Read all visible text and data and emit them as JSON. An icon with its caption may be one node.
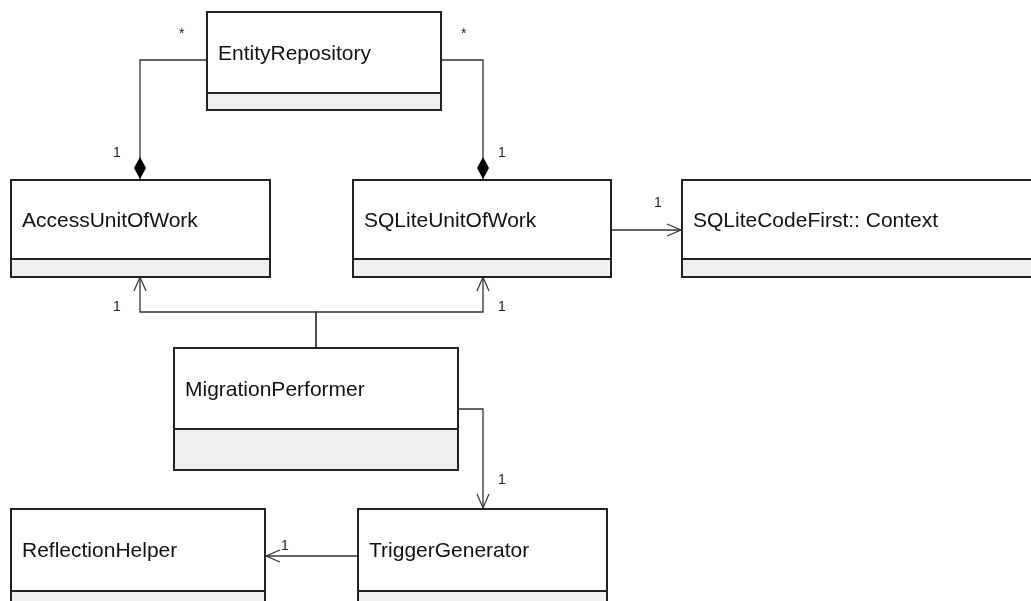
{
  "diagram": {
    "nodes": [
      {
        "text": [
          "EntityRepository"
        ]
      },
      {
        "text": [
          "AccessUnitOfWork"
        ]
      },
      {
        "text": [
          "SQLiteUnitOfWork"
        ]
      },
      {
        "text": [
          "SQLiteCodeFirst:: Context"
        ]
      },
      {
        "text": [
          "MigrationPerformer"
        ]
      },
      {
        "text": [
          "TriggerGenerator"
        ]
      },
      {
        "text": [
          "ReflectionHelper"
        ]
      }
    ],
    "edges": [
      {
        "from": 0,
        "to": 1,
        "arrow": "other"
      },
      {
        "from": 0,
        "to": 2,
        "arrow": "other"
      },
      {
        "from": 2,
        "to": 3,
        "arrow": "to"
      },
      {
        "from": 4,
        "to": 1,
        "arrow": "to"
      },
      {
        "from": 4,
        "to": 2,
        "arrow": "to"
      },
      {
        "from": 4,
        "to": 5,
        "arrow": "to"
      },
      {
        "from": 5,
        "to": 6,
        "arrow": "to"
      }
    ],
    "labels": [
      "*",
      "*",
      "1",
      "1",
      "1",
      "1",
      "1",
      "1",
      "1"
    ]
  }
}
